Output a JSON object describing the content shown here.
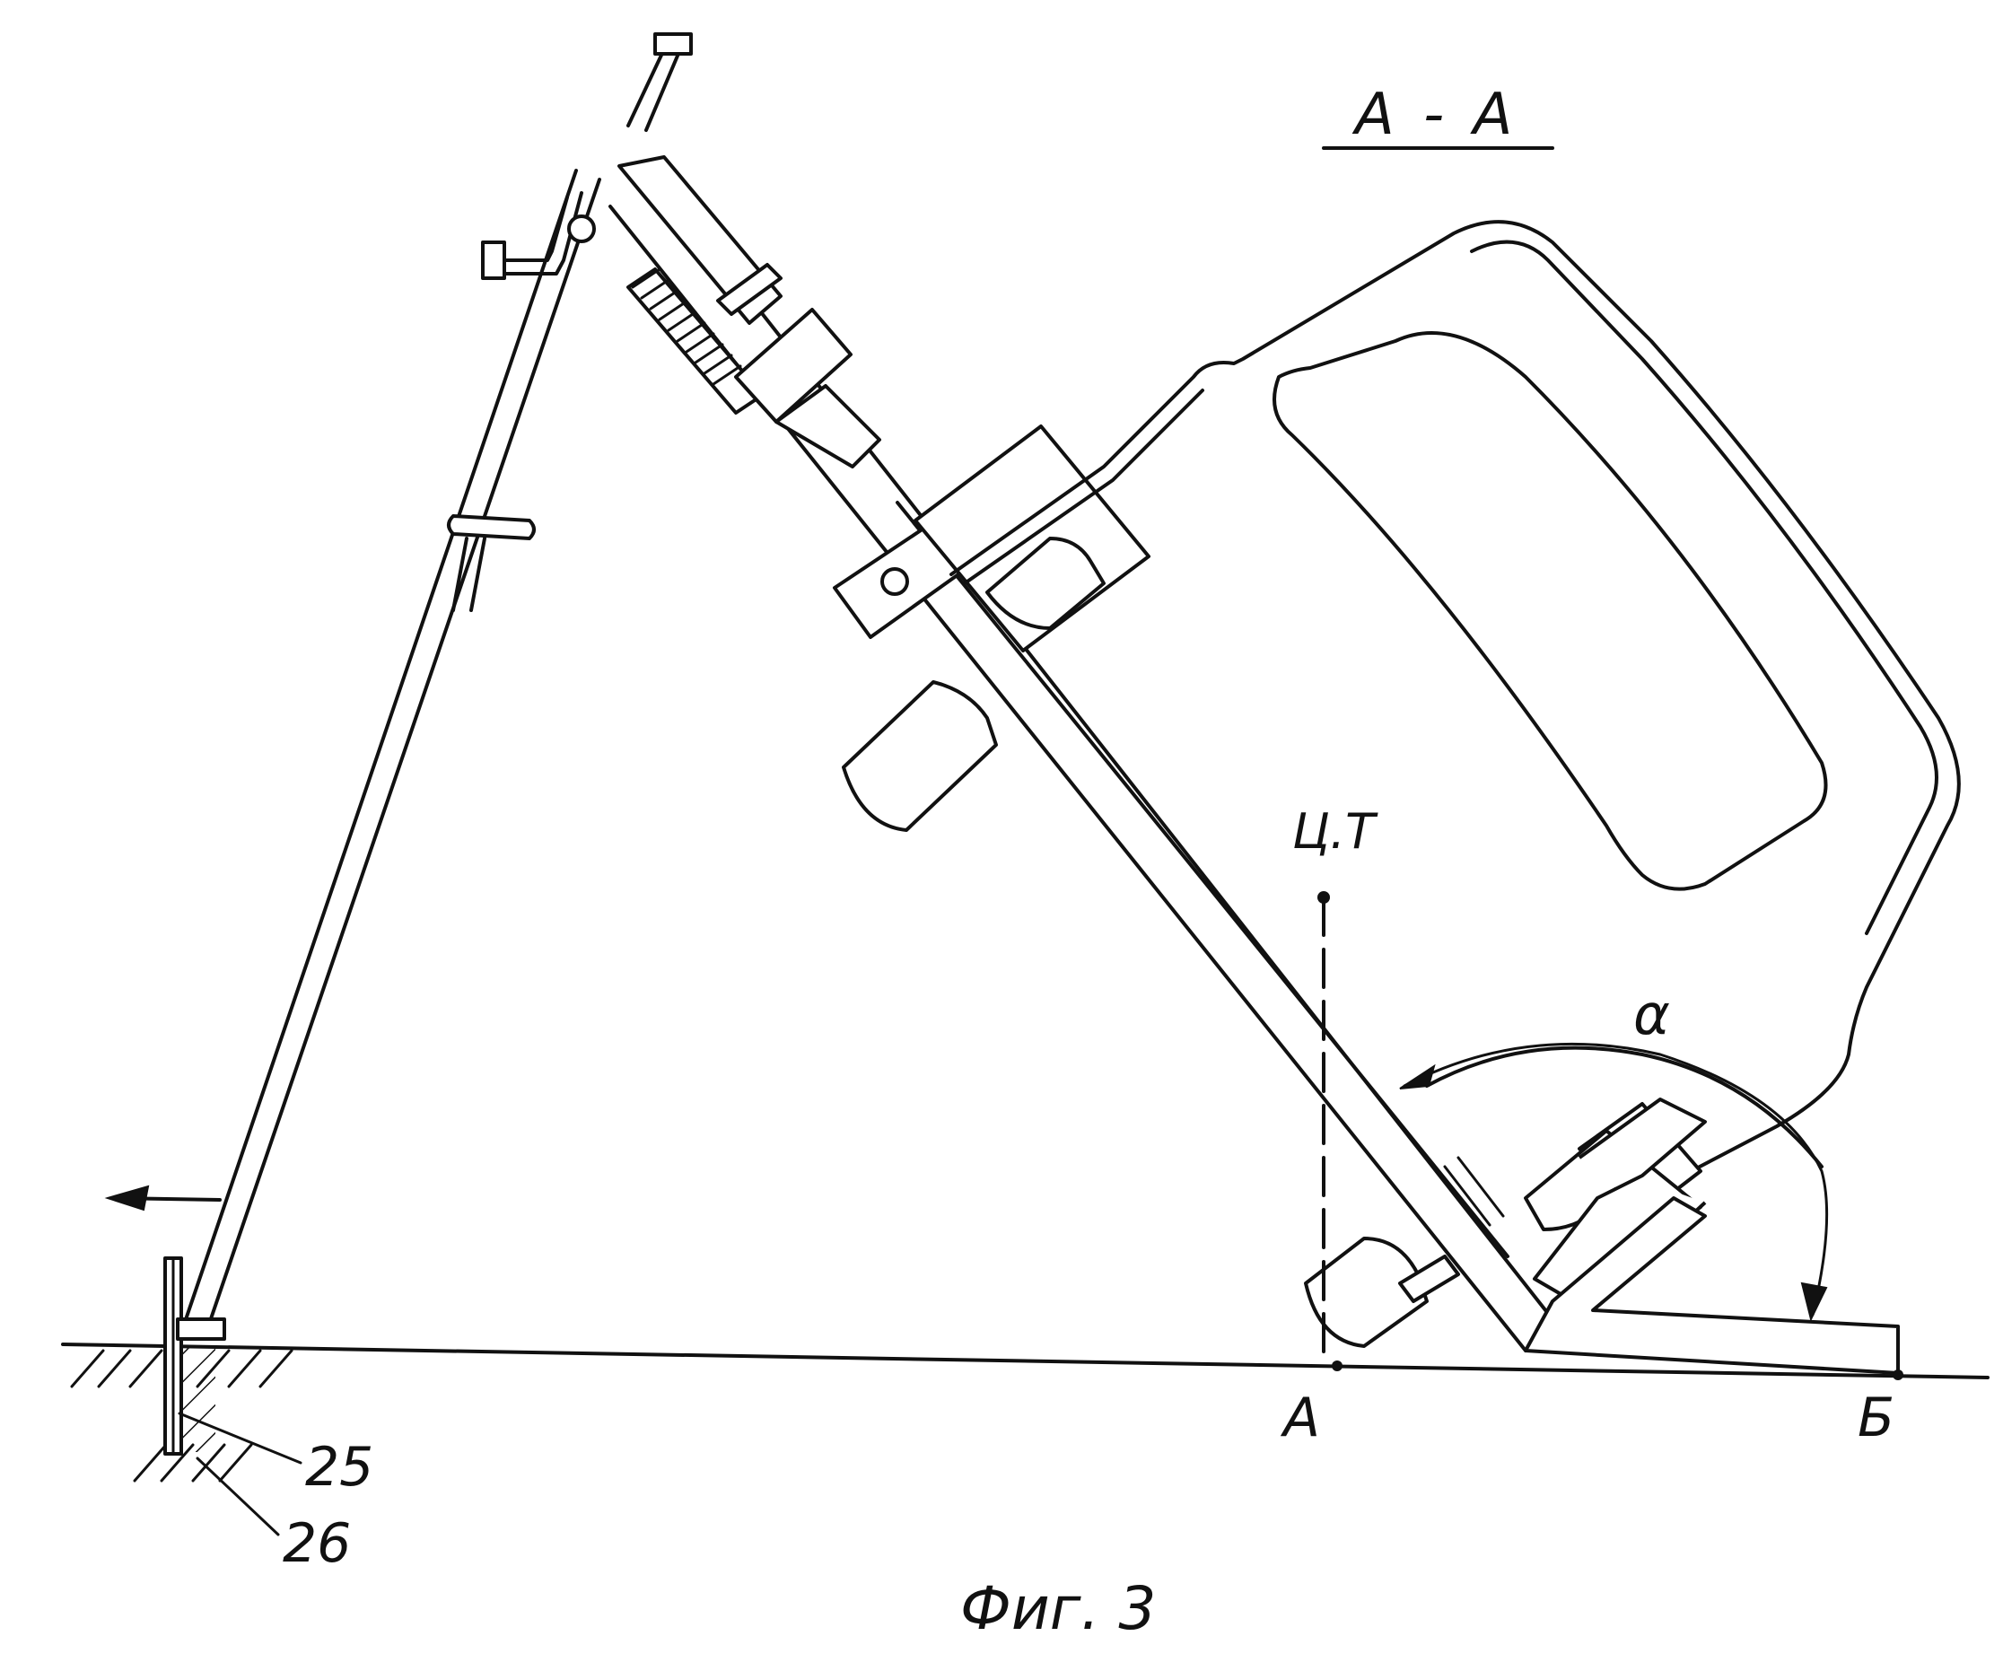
{
  "section_label": "А - А",
  "labels": {
    "center_of_gravity": "Ц.Т",
    "angle": "α",
    "point_a": "А",
    "point_b": "Б"
  },
  "reference_numerals": [
    "25",
    "26"
  ],
  "figure_caption": "Фиг. 3"
}
